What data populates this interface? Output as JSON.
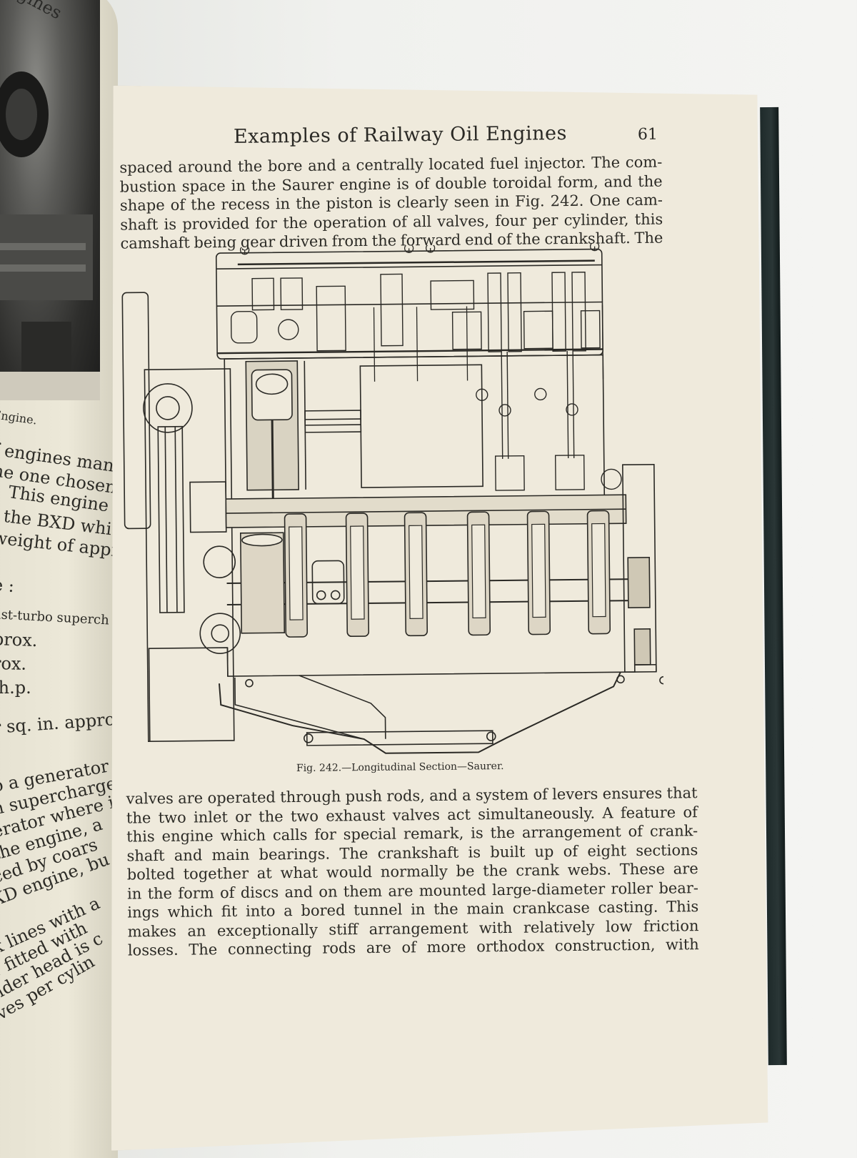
{
  "page": {
    "running_head": "Examples of Railway Oil Engines",
    "page_number": "61",
    "top_paragraph": [
      "spaced around the bore and a centrally located fuel injector. The com-",
      "bustion space in the Saurer engine is of double toroidal form, and the",
      "shape of the recess in the piston is clearly seen in Fig. 242. One cam-",
      "shaft is provided for the operation of all valves, four per cylinder, this",
      "camshaft being gear driven from the forward end of the crankshaft. The"
    ],
    "figure_caption": "Fig. 242.—Longitudinal Section—Saurer.",
    "bottom_paragraph": [
      "valves are operated through push rods, and a system of levers ensures that",
      "the two inlet or the two exhaust valves act simultaneously. A feature of",
      "this engine which calls for special remark, is the arrangement of crank-",
      "shaft and main bearings. The crankshaft is built up of eight sections",
      "bolted together at what would normally be the crank webs. These are",
      "in the form of discs and on them are mounted large-diameter roller bear-",
      "ings which fit into a bored tunnel in the main crankcase casting. This",
      "makes an exceptionally stiff arrangement with relatively low friction",
      "losses. The connecting rods are of more orthodox construction, with"
    ]
  },
  "left_page": {
    "header_fragment": "ngines",
    "photo_caption_fragment": "Engine.",
    "lines": [
      "f engines manuf",
      "he one chosen fo",
      "This engine is",
      ", the BXD whi",
      "weight of appr",
      "e :",
      "ust-turbo superch",
      "prox.",
      "rox.",
      ".h.p.",
      "r sq. in. approx.",
      "o a generator",
      "n supercharge",
      "erator where i",
      "the engine, a",
      "ced by coars",
      "XD engine, bu",
      "k lines with a",
      "r fitted with",
      "nder head is c",
      "lves per cylin"
    ]
  },
  "colors": {
    "paper": "#efeadc",
    "ink": "#2c2b26",
    "background": "#eeeeec",
    "cover": "#1e2a2a"
  }
}
